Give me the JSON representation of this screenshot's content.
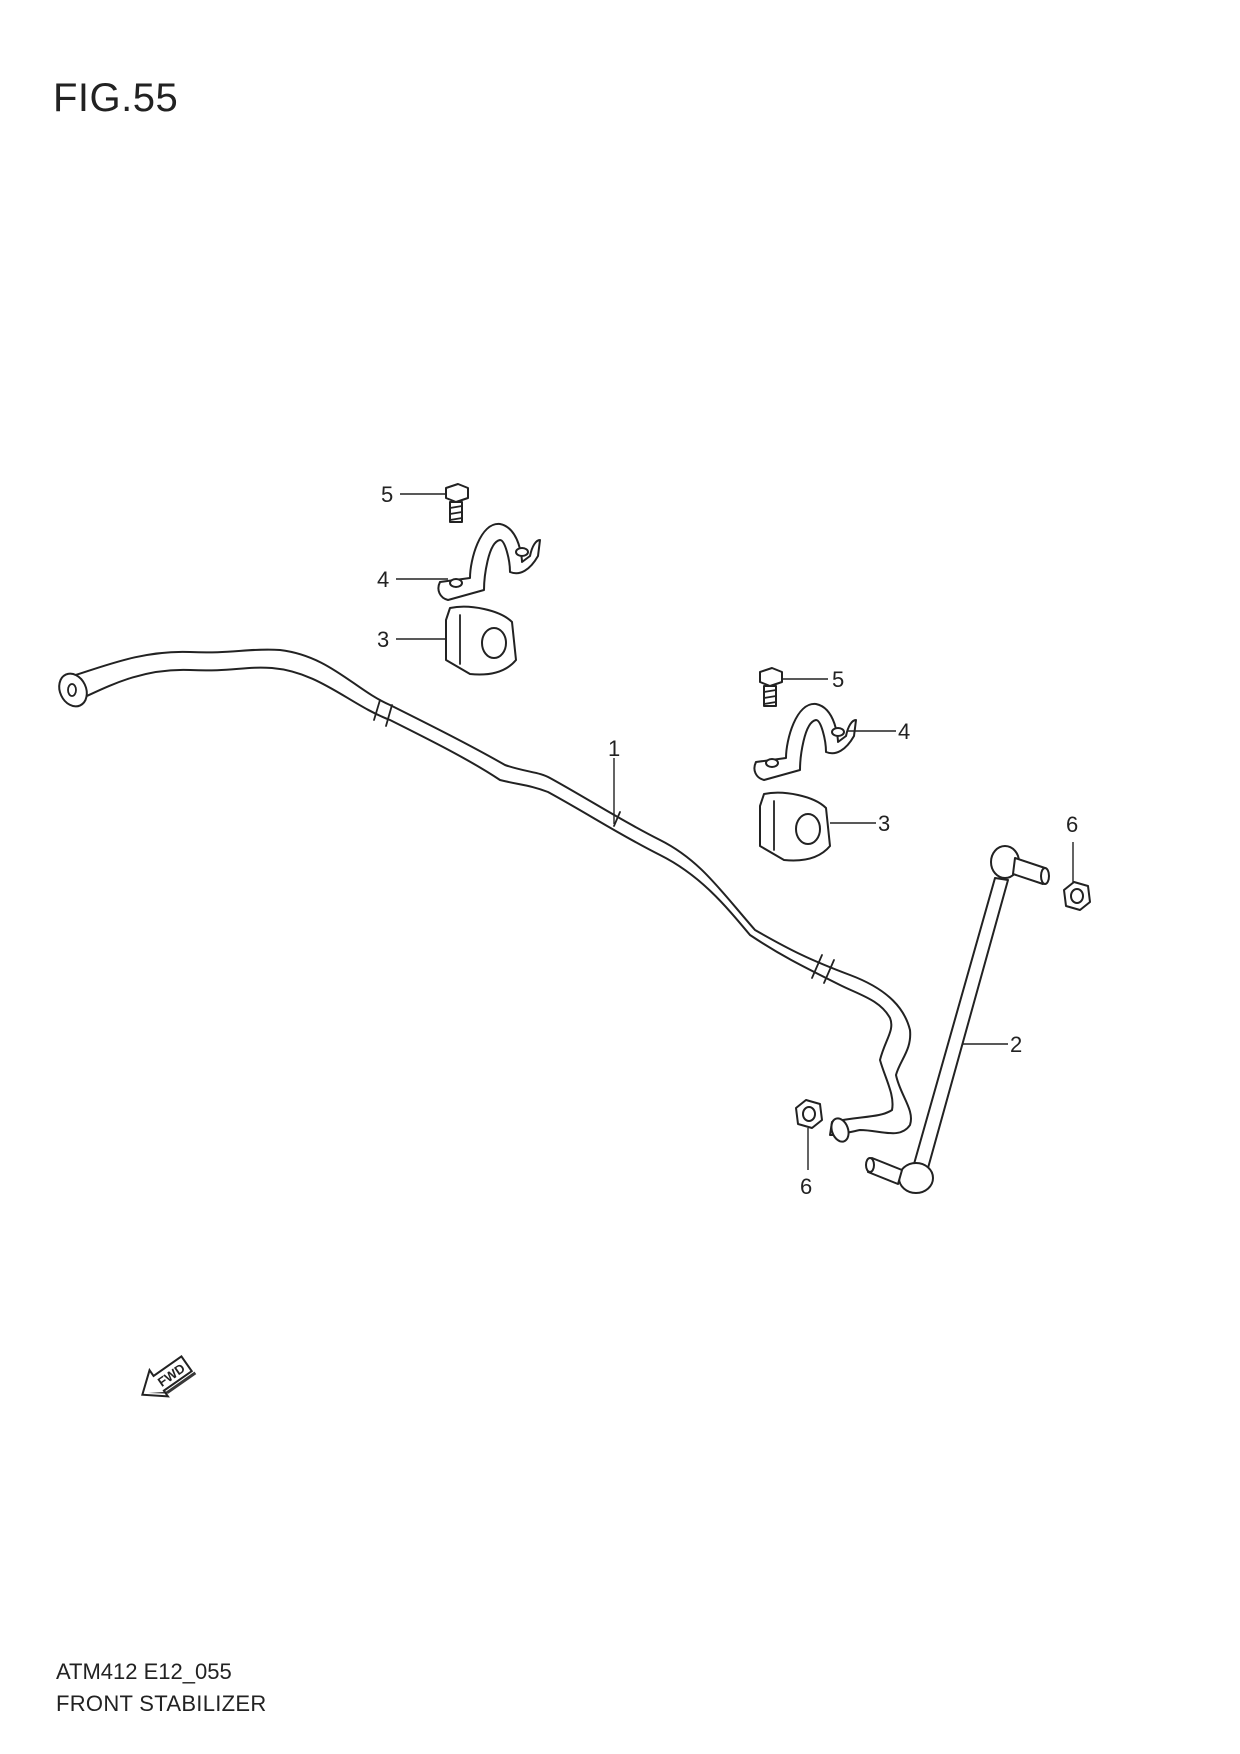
{
  "figure": {
    "title": "FIG.55",
    "code": "ATM412 E12_055",
    "name": "FRONT STABILIZER"
  },
  "callouts": {
    "c1": "1",
    "c2": "2",
    "c3_left": "3",
    "c3_right": "3",
    "c4_left": "4",
    "c4_right": "4",
    "c5_left": "5",
    "c5_right": "5",
    "c6_top": "6",
    "c6_bottom": "6"
  },
  "direction_badge": "FWD"
}
